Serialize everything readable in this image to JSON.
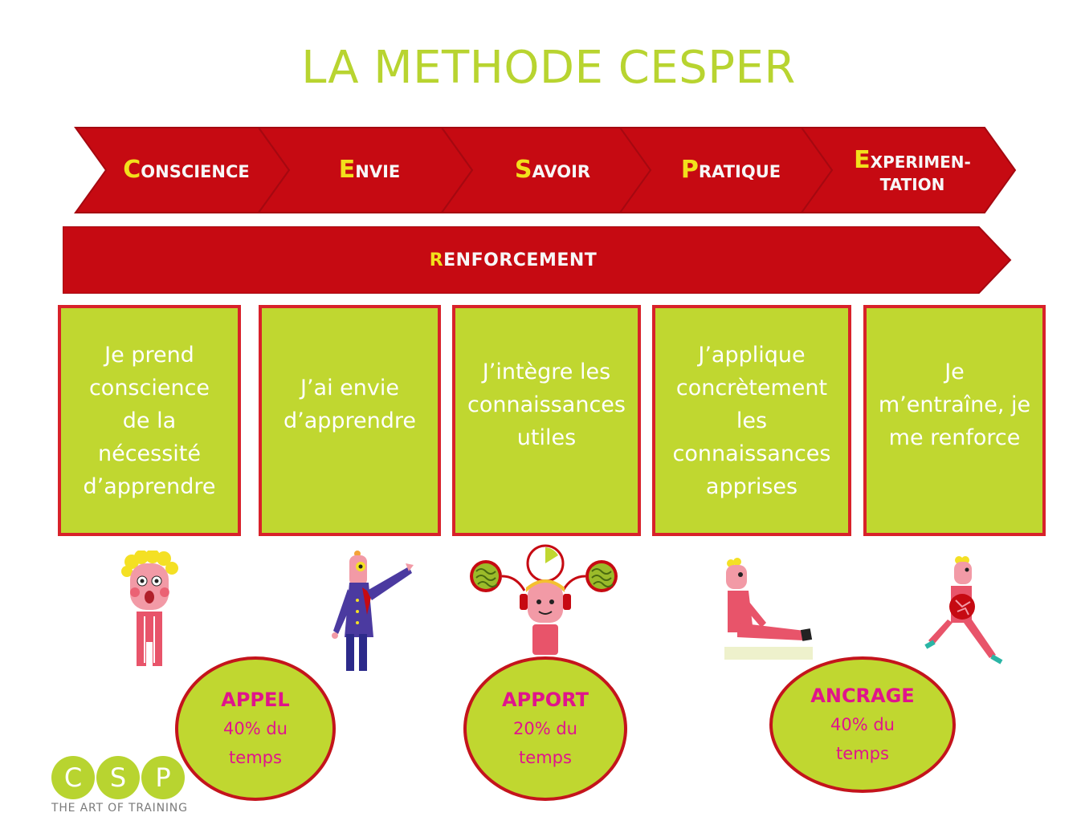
{
  "title": "LA METHODE CESPER",
  "colors": {
    "title": "#b8d430",
    "chevron_fill": "#c60a12",
    "chevron_border": "#a50810",
    "label_initial": "#f2e01c",
    "box_fill": "#c0d730",
    "box_border": "#d8222a",
    "circle_fill": "#c0d730",
    "circle_border": "#c4141c",
    "circle_text": "#e0148c",
    "logo": "#b8d430"
  },
  "steps": [
    {
      "initial": "C",
      "rest": "ONSCIENCE",
      "rest2": ""
    },
    {
      "initial": "E",
      "rest": "NVIE",
      "rest2": ""
    },
    {
      "initial": "S",
      "rest": "AVOIR",
      "rest2": ""
    },
    {
      "initial": "P",
      "rest": "RATIQUE",
      "rest2": ""
    },
    {
      "initial": "E",
      "rest": "XPERIMEN-",
      "rest2": "TATION"
    }
  ],
  "reinforcement": {
    "initial": "R",
    "rest": "ENFORCEMENT"
  },
  "boxes": [
    {
      "lines": [
        "Je prend",
        "conscience",
        "de la",
        "nécessité",
        "d’apprendre"
      ]
    },
    {
      "lines": [
        "J’ai envie",
        "d’apprendre"
      ]
    },
    {
      "lines": [
        "J’intègre les",
        "connaissances",
        "utiles"
      ]
    },
    {
      "lines": [
        "J’applique",
        "concrètement",
        "les",
        "connaissances",
        "apprises"
      ]
    },
    {
      "lines": [
        "Je",
        "m’entraîne, je",
        "me renforce"
      ]
    }
  ],
  "phases": [
    {
      "name": "APPEL",
      "line1": "40% du",
      "line2": "temps"
    },
    {
      "name": "APPORT",
      "line1": "20% du",
      "line2": "temps"
    },
    {
      "name": "ANCRAGE",
      "line1": "40% du",
      "line2": "temps"
    }
  ],
  "figures": [
    {
      "icon": "surprised-person-icon"
    },
    {
      "icon": "pointing-man-icon"
    },
    {
      "icon": "learning-brain-icon"
    },
    {
      "icon": "sitting-person-icon"
    },
    {
      "icon": "running-person-icon"
    }
  ],
  "logo": {
    "letters": [
      "C",
      "S",
      "P"
    ],
    "tagline": "THE ART OF TRAINING"
  }
}
